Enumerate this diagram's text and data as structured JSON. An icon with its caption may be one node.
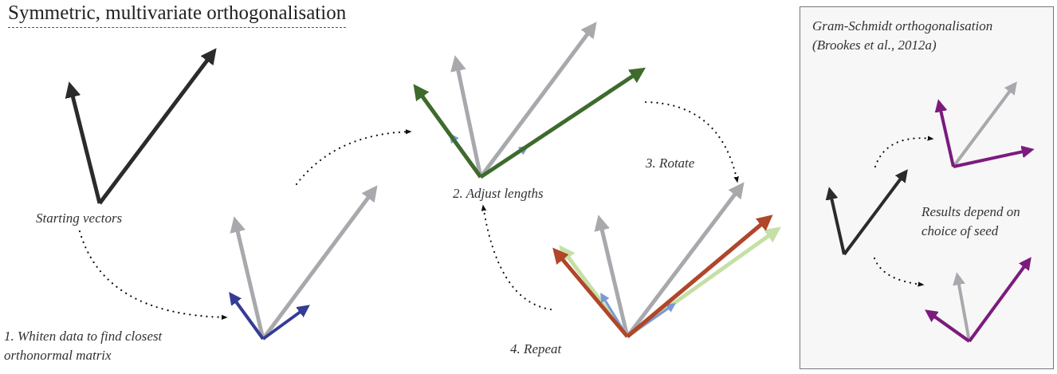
{
  "diagram": {
    "title": "Symmetric, multivariate orthogonalisation",
    "nodes": [
      {
        "text": [
          "Starting vectors"
        ]
      },
      {
        "text": [
          "1. Whiten data to find closest orthonormal matrix"
        ]
      },
      {
        "text": [
          "2. Adjust lengths"
        ]
      },
      {
        "text": [],
        "shape": "picture"
      },
      {
        "text": [
          "Gram-Schmidt orthogonalisation (Brookes et al., 2012a)",
          "Results depend on choice of seed"
        ]
      },
      {
        "text": [],
        "shape": "picture",
        "in": 4
      },
      {
        "text": [],
        "shape": "picture",
        "in": 4
      },
      {
        "text": [],
        "shape": "picture",
        "in": 4
      }
    ],
    "edges": [
      {
        "from": 0,
        "to": 1,
        "arrow": "to"
      },
      {
        "from": 1,
        "to": 2,
        "arrow": "to"
      },
      {
        "from": 2,
        "to": 3,
        "arrow": "to",
        "label": "3. Rotate"
      },
      {
        "from": 3,
        "to": 2,
        "arrow": "to",
        "label": "4. Repeat"
      },
      {
        "from": 5,
        "to": 6,
        "arrow": "to"
      },
      {
        "from": 5,
        "to": 7,
        "arrow": "to"
      }
    ]
  }
}
